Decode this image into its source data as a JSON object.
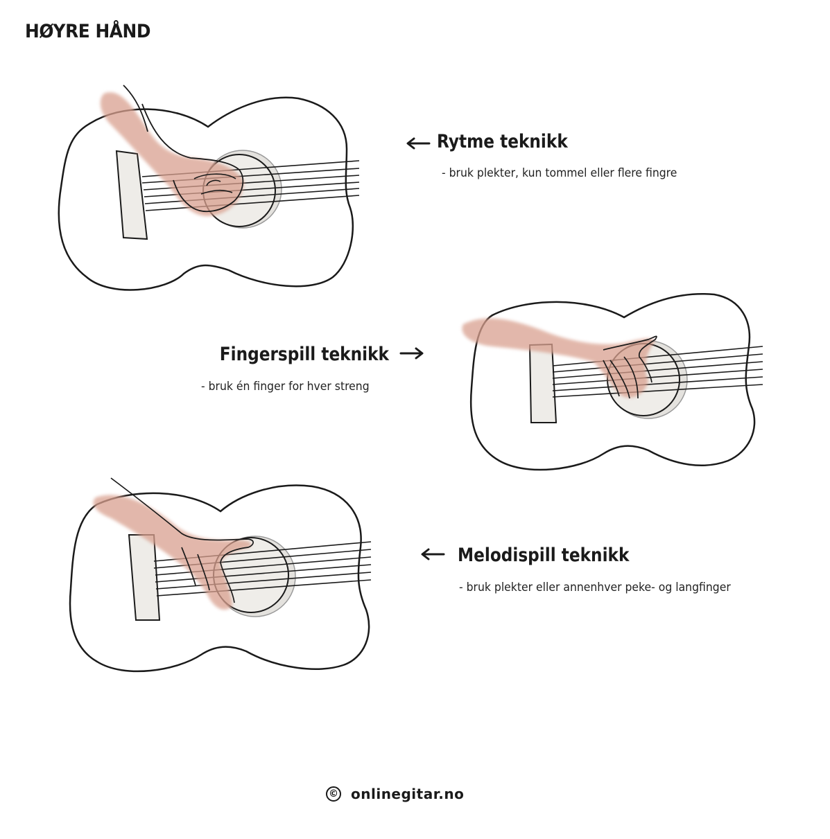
{
  "title": "HØYRE HÅND",
  "techniques": [
    {
      "name": "Rytme teknikk",
      "description": "- bruk plekter, kun tommel eller flere fingre",
      "arrow_icon": "arrow-left-icon"
    },
    {
      "name": "Fingerspill teknikk",
      "description": "- bruk én finger for hver streng",
      "arrow_icon": "arrow-right-icon"
    },
    {
      "name": "Melodispill teknikk",
      "description": "- bruk plekter eller annenhver peke- og langfinger",
      "arrow_icon": "arrow-left-icon"
    }
  ],
  "footer": {
    "copyright_symbol": "©",
    "site": "onlinegitar.no"
  },
  "colors": {
    "outline": "#1a1a1a",
    "skin": "#d9a08f",
    "soundhole": "#eceae6",
    "bridge": "#eeece8"
  }
}
